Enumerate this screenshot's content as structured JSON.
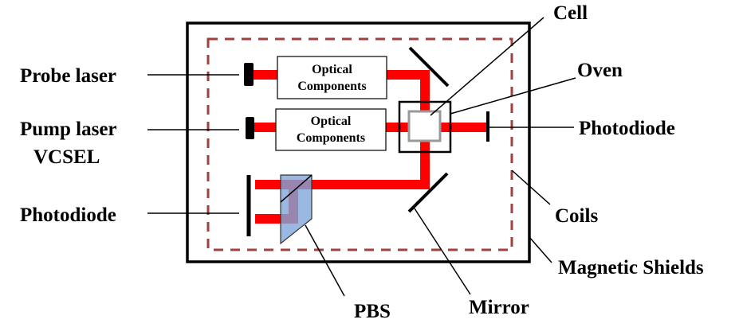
{
  "diagram": {
    "labels": {
      "probe_laser": "Probe laser",
      "pump_laser": "Pump laser",
      "vcsel": "VCSEL",
      "photodiode_left": "Photodiode",
      "cell": "Cell",
      "oven": "Oven",
      "photodiode_right": "Photodiode",
      "coils": "Coils",
      "magnetic_shields": "Magnetic Shields",
      "mirror": "Mirror",
      "pbs": "PBS"
    },
    "optical_box_1": {
      "line1": "Optical",
      "line2": "Components"
    },
    "optical_box_2": {
      "line1": "Optical",
      "line2": "Components"
    },
    "colors": {
      "beam": "#ff0000",
      "coils": "#a04040",
      "pbs": "#7fa8dc",
      "cell": "#999999"
    }
  }
}
